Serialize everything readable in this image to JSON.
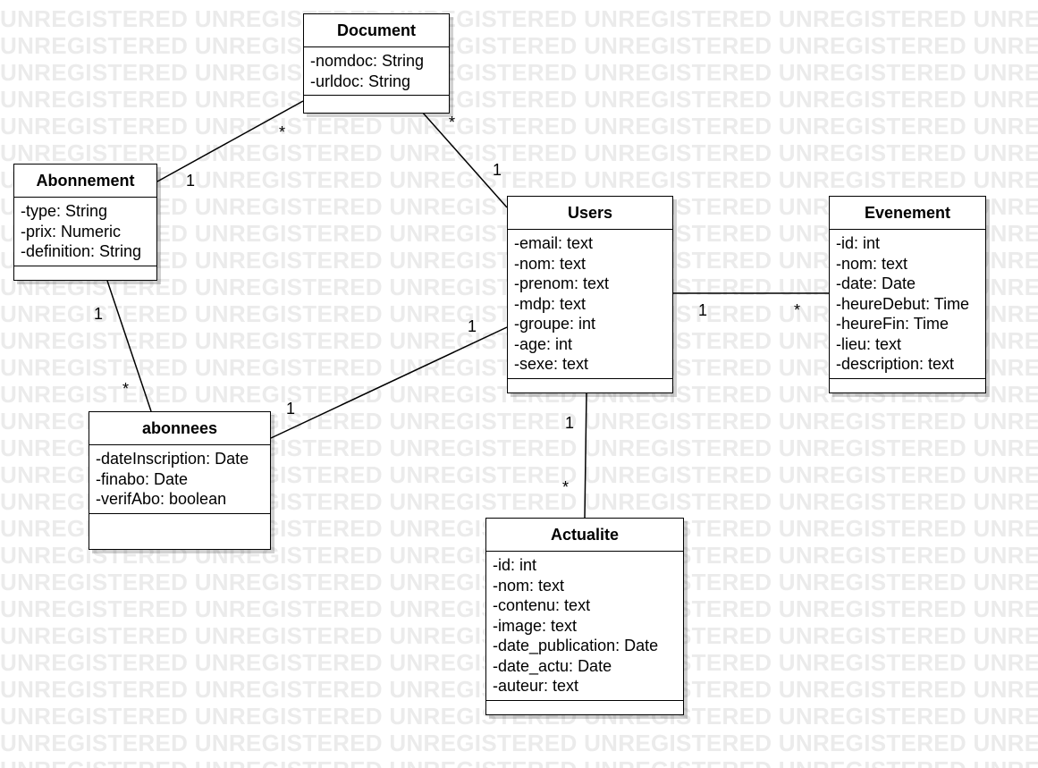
{
  "watermark": "UNREGISTERED",
  "colors": {
    "line": "#000000",
    "background": "#ffffff",
    "watermark": "#ebebeb"
  },
  "classes": {
    "document": {
      "name": "Document",
      "attributes": [
        "-nomdoc: String",
        "-urldoc: String"
      ]
    },
    "abonnement": {
      "name": "Abonnement",
      "attributes": [
        "-type: String",
        "-prix: Numeric",
        "-definition: String"
      ]
    },
    "users": {
      "name": "Users",
      "attributes": [
        "-email: text",
        "-nom: text",
        "-prenom: text",
        "-mdp: text",
        "-groupe: int",
        "-age: int",
        "-sexe: text"
      ]
    },
    "evenement": {
      "name": "Evenement",
      "attributes": [
        "-id: int",
        "-nom: text",
        "-date: Date",
        "-heureDebut: Time",
        "-heureFin: Time",
        "-lieu: text",
        "-description: text"
      ]
    },
    "abonnees": {
      "name": "abonnees",
      "attributes": [
        "-dateInscription: Date",
        "-finabo: Date",
        "-verifAbo: boolean"
      ]
    },
    "actualite": {
      "name": "Actualite",
      "attributes": [
        "-id: int",
        "-nom: text",
        "-contenu: text",
        "-image: text",
        "-date_publication: Date",
        "-date_actu: Date",
        "-auteur: text"
      ]
    }
  },
  "associations": [
    {
      "from": "document",
      "to": "abonnement",
      "from_mult": "*",
      "to_mult": "1"
    },
    {
      "from": "document",
      "to": "users",
      "from_mult": "*",
      "to_mult": "1"
    },
    {
      "from": "abonnement",
      "to": "abonnees",
      "from_mult": "1",
      "to_mult": "*"
    },
    {
      "from": "users",
      "to": "abonnees",
      "from_mult": "1",
      "to_mult": "1"
    },
    {
      "from": "users",
      "to": "evenement",
      "from_mult": "1",
      "to_mult": "*"
    },
    {
      "from": "users",
      "to": "actualite",
      "from_mult": "1",
      "to_mult": "*"
    }
  ]
}
